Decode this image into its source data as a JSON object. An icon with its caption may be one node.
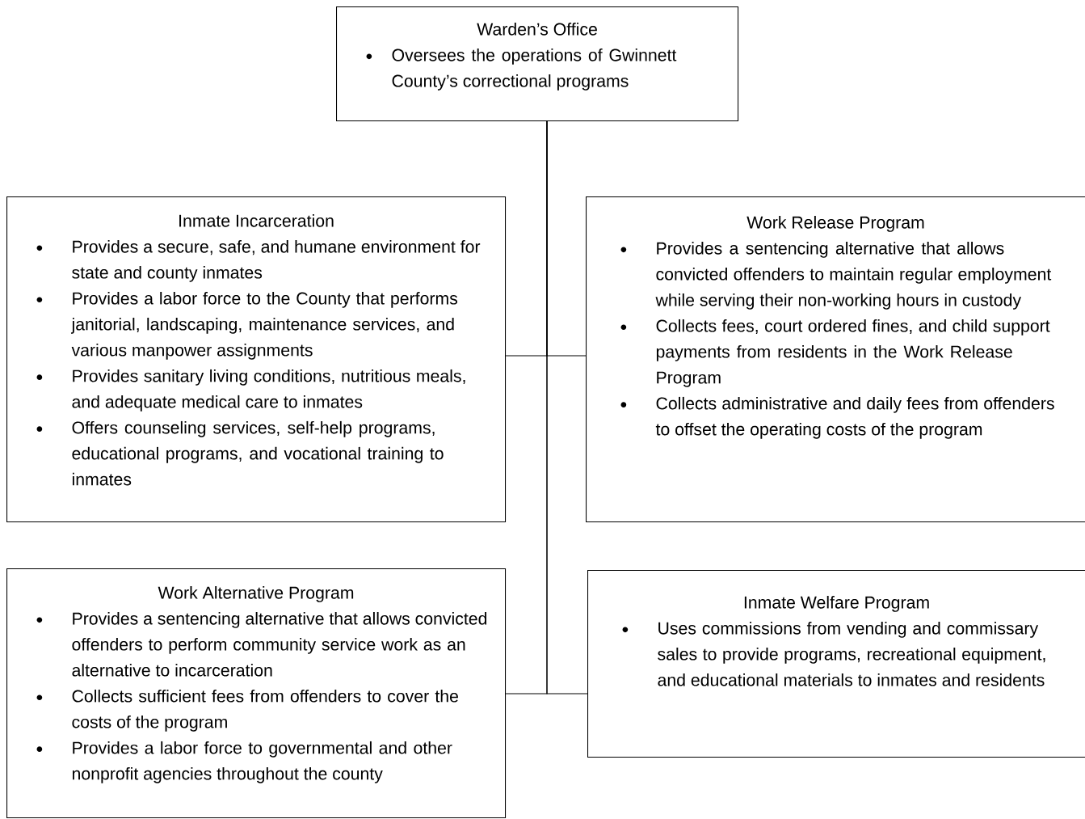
{
  "diagram": {
    "nodes": [
      {
        "text": [
          "Warden’s Office",
          "Oversees the operations of Gwinnett County’s correctional programs"
        ]
      },
      {
        "text": [
          "Inmate Incarceration",
          "Provides a secure, safe, and humane environment for state and county inmates",
          "Provides a labor force to the County that performs janitorial, landscaping, maintenance services, and various manpower assignments",
          "Provides sanitary living conditions, nutritious meals, and adequate medical care to inmates",
          "Offers counseling services, self-help programs, educational programs, and vocational training to inmates"
        ]
      },
      {
        "text": [
          "Work Release Program",
          "Provides a sentencing alternative that allows convicted offenders to maintain regular employment while serving their non-working hours in custody",
          "Collects fees, court ordered fines, and child support payments from residents in the Work Release Program",
          "Collects administrative and daily fees from offenders to offset the operating costs of the program"
        ]
      },
      {
        "text": [
          "Work Alternative Program",
          "Provides a sentencing alternative that allows convicted offenders to perform community service work as an alternative to incarceration",
          "Collects sufficient fees from offenders to cover the costs of the program",
          "Provides a labor force to governmental and other nonprofit agencies throughout the county"
        ]
      },
      {
        "text": [
          "Inmate Welfare Program",
          "Uses commissions from vending and commissary sales to provide programs, recreational equipment, and educational materials to inmates and residents"
        ]
      }
    ],
    "edges": [
      {
        "from": 0,
        "to": 1,
        "arrow": "none"
      },
      {
        "from": 0,
        "to": 2,
        "arrow": "none"
      },
      {
        "from": 0,
        "to": 3,
        "arrow": "none"
      },
      {
        "from": 0,
        "to": 4,
        "arrow": "none"
      }
    ]
  }
}
